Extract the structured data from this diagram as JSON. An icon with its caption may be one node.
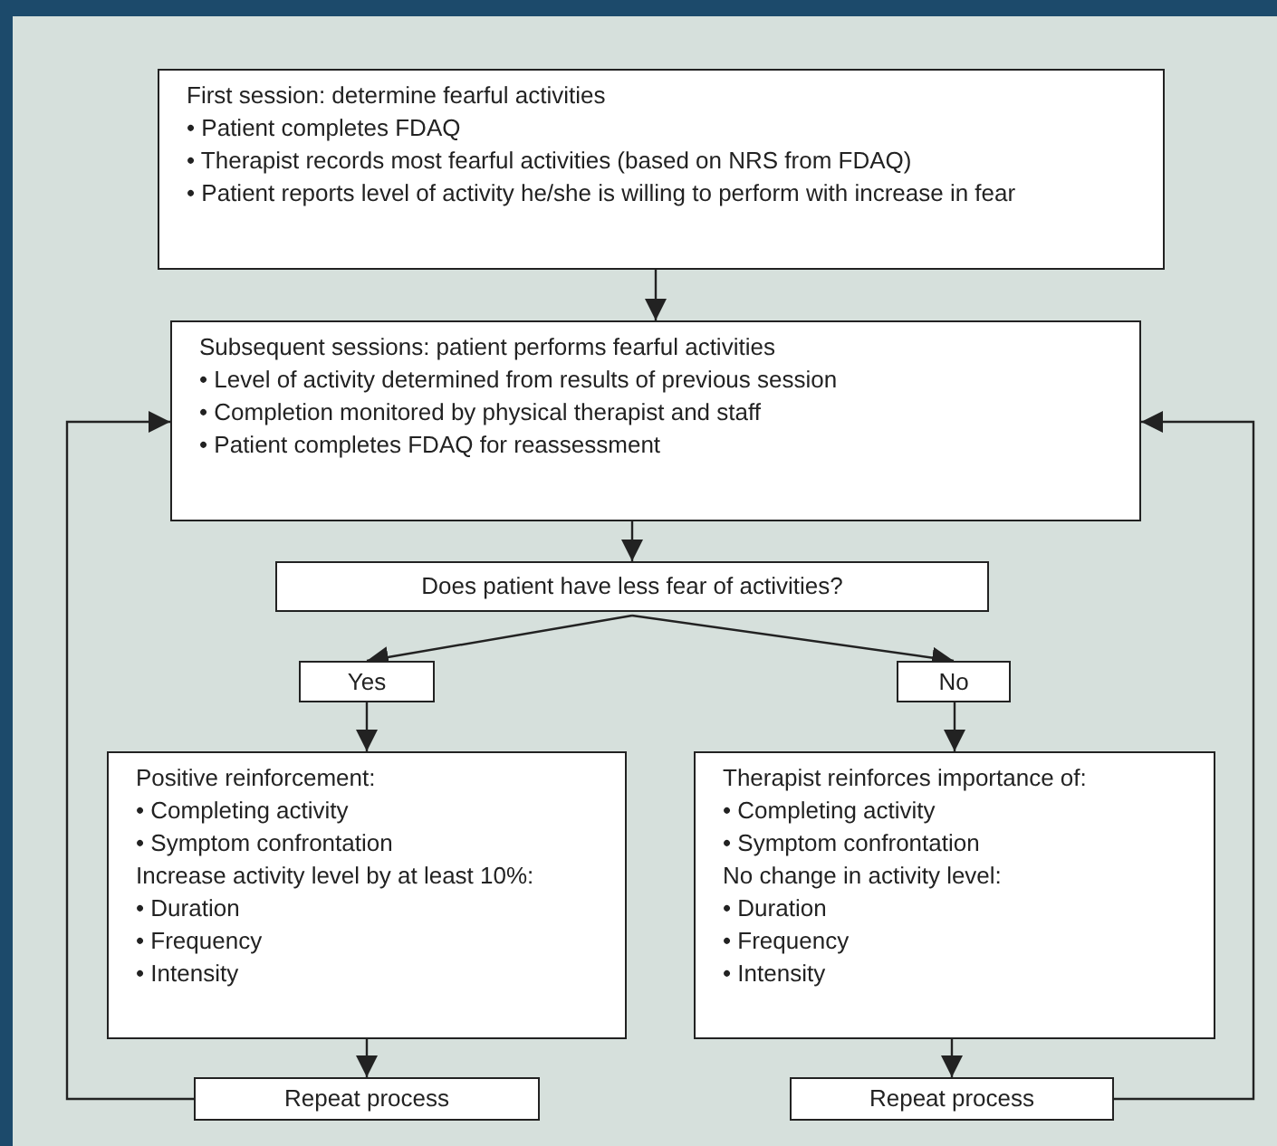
{
  "diagram": {
    "nodes": [
      {
        "text": [
          "First session: determine fearful activities",
          "• Patient completes FDAQ",
          "• Therapist records most fearful activities (based on NRS from FDAQ)",
          "• Patient reports level of activity he/she is willing to perform with increase in fear"
        ]
      },
      {
        "text": [
          "Subsequent sessions: patient performs fearful activities",
          "• Level of activity determined from results of previous session",
          "• Completion monitored by physical therapist and staff",
          "• Patient completes FDAQ for reassessment"
        ]
      },
      {
        "text": [
          "Does patient have less fear of activities?"
        ]
      },
      {
        "text": [
          "Yes"
        ]
      },
      {
        "text": [
          "No"
        ]
      },
      {
        "text": [
          "Positive reinforcement:",
          "• Completing activity",
          "• Symptom confrontation",
          "Increase activity level by at least 10%:",
          "• Duration",
          "• Frequency",
          "• Intensity"
        ]
      },
      {
        "text": [
          "Therapist reinforces importance of:",
          "• Completing activity",
          "• Symptom confrontation",
          "No change in activity level:",
          "• Duration",
          "• Frequency",
          "• Intensity"
        ]
      },
      {
        "text": [
          "Repeat process"
        ]
      },
      {
        "text": [
          "Repeat process"
        ]
      }
    ],
    "edges": [
      {
        "from": 0,
        "to": 1,
        "arrow": "to"
      },
      {
        "from": 1,
        "to": 2,
        "arrow": "to"
      },
      {
        "from": 2,
        "to": 3,
        "arrow": "to"
      },
      {
        "from": 2,
        "to": 4,
        "arrow": "to"
      },
      {
        "from": 3,
        "to": 5,
        "arrow": "to"
      },
      {
        "from": 4,
        "to": 6,
        "arrow": "to"
      },
      {
        "from": 5,
        "to": 7,
        "arrow": "to"
      },
      {
        "from": 6,
        "to": 8,
        "arrow": "to"
      },
      {
        "from": 7,
        "to": 1,
        "arrow": "to"
      },
      {
        "from": 8,
        "to": 1,
        "arrow": "to"
      }
    ]
  }
}
